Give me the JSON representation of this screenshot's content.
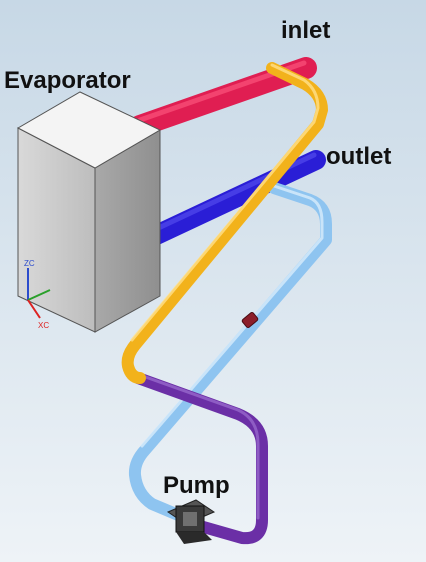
{
  "labels": {
    "inlet": "inlet",
    "outlet": "outlet",
    "evaporator": "Evaporator",
    "pump": "Pump"
  },
  "axis_triad": {
    "z": "ZC",
    "x": "XC"
  },
  "colors": {
    "background_top": "#c7d8e6",
    "background_bottom": "#eef3f7",
    "inlet_pipe": "#e01e52",
    "outlet_pipe": "#2a1ed6",
    "yellow_pipe": "#f2b21b",
    "light_blue_pipe": "#8ec4f0",
    "purple_pipe": "#6b2fa6"
  }
}
